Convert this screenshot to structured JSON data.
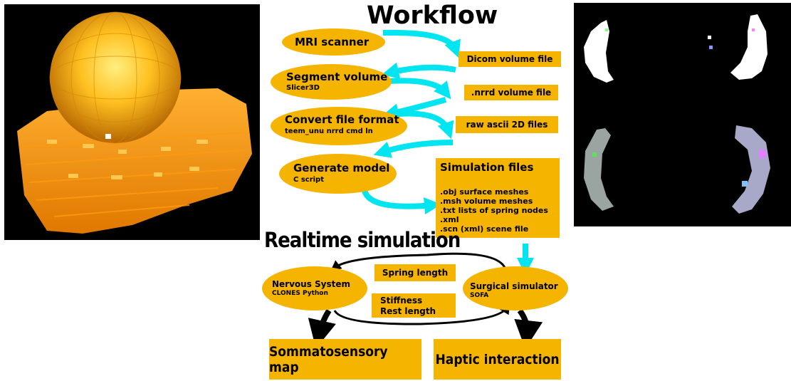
{
  "workflow": {
    "title": "Workflow",
    "steps": [
      {
        "title": "MRI scanner",
        "subtitle": ""
      },
      {
        "title": "Segment volume",
        "subtitle": "Slicer3D"
      },
      {
        "title": "Convert file format",
        "subtitle": "teem_unu nrrd cmd ln"
      },
      {
        "title": "Generate model",
        "subtitle": "C script"
      }
    ],
    "files": [
      "Dicom volume file",
      ".nrrd volume file",
      "raw ascii 2D files"
    ],
    "simulation_files": {
      "title": "Simulation files",
      "items": [
        ".obj surface meshes",
        ".msh volume meshes",
        ".txt lists of spring nodes",
        ".xml",
        ".scn (xml) scene file"
      ]
    }
  },
  "realtime": {
    "title": "Realtime simulation",
    "nervous_system": {
      "title": "Nervous System",
      "subtitle": "CLONES Python"
    },
    "surgical_simulator": {
      "title": "Surgical simulator",
      "subtitle": "SOFA"
    },
    "spring_length": "Spring length",
    "stiffness_lines": [
      "Stiffness",
      "Rest length"
    ],
    "outputs": [
      "Sommatosensory map",
      "Haptic interaction"
    ]
  },
  "colors": {
    "node_fill": "#f5b400",
    "flow_arrow": "#00e5f0",
    "loop_arrow": "#000000",
    "panel_bg": "#000000"
  }
}
